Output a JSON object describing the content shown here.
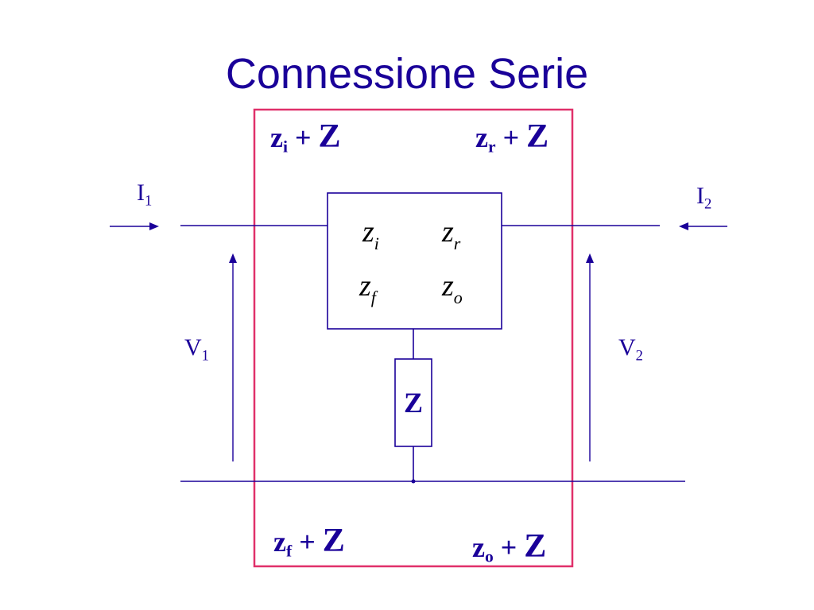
{
  "title": "Connessione Serie",
  "corner_equations": {
    "top_left": {
      "base": "z",
      "sub": "i",
      "op": " + ",
      "term": "Z"
    },
    "top_right": {
      "base": "z",
      "sub": "r",
      "op": " + ",
      "term": "Z"
    },
    "bottom_left": {
      "base": "z",
      "sub": "f",
      "op": " + ",
      "term": "Z"
    },
    "bottom_right": {
      "base": "z",
      "sub": "o",
      "op": " + ",
      "term": "Z"
    }
  },
  "matrix": {
    "z_i": {
      "base": "z",
      "sub": "i"
    },
    "z_r": {
      "base": "z",
      "sub": "r"
    },
    "z_f": {
      "base": "z",
      "sub": "f"
    },
    "z_o": {
      "base": "z",
      "sub": "o"
    }
  },
  "series_impedance": "Z",
  "ports": {
    "I1": {
      "base": "I",
      "sub": "1"
    },
    "I2": {
      "base": "I",
      "sub": "2"
    },
    "V1": {
      "base": "V",
      "sub": "1"
    },
    "V2": {
      "base": "V",
      "sub": "2"
    }
  },
  "colors": {
    "wire": "#1a0099",
    "frame": "#e0306a",
    "text": "#1a0099"
  }
}
